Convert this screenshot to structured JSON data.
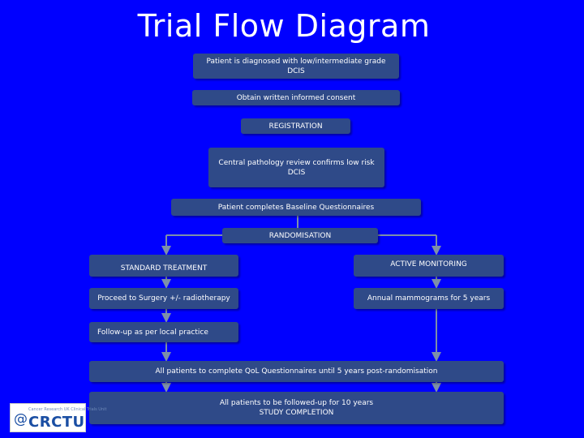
{
  "title": "Trial Flow Diagram",
  "boxes": {
    "diagnosis": {
      "line1": "Patient  is diagnosed with low/intermediate grade",
      "line2": "DCIS"
    },
    "consent": "Obtain written informed consent",
    "registration": "REGISTRATION",
    "pathology": {
      "line1": "Central pathology review  confirms low risk",
      "line2": "DCIS"
    },
    "baseline": "Patient completes Baseline Questionnaires",
    "randomisation": "RANDOMISATION",
    "standard": "STANDARD TREATMENT",
    "active": "ACTIVE MONITORING",
    "surgery": "Proceed to Surgery +/- radiotherapy",
    "mammograms": "Annual mammograms for 5 years",
    "followup_local": "Follow-up as per local practice",
    "qol": "All patients to complete QoL Questionnaires until 5 years post-randomisation",
    "final": {
      "line1": "All patients to be followed-up for 10 years",
      "line2": "STUDY COMPLETION"
    }
  },
  "logo": {
    "small_text": "Cancer Research UK Clinical Trials Unit",
    "name": "CRCTU"
  },
  "colors": {
    "background": "#0000ff",
    "box": "#2f4a88",
    "connector": "#7d8fa8"
  }
}
